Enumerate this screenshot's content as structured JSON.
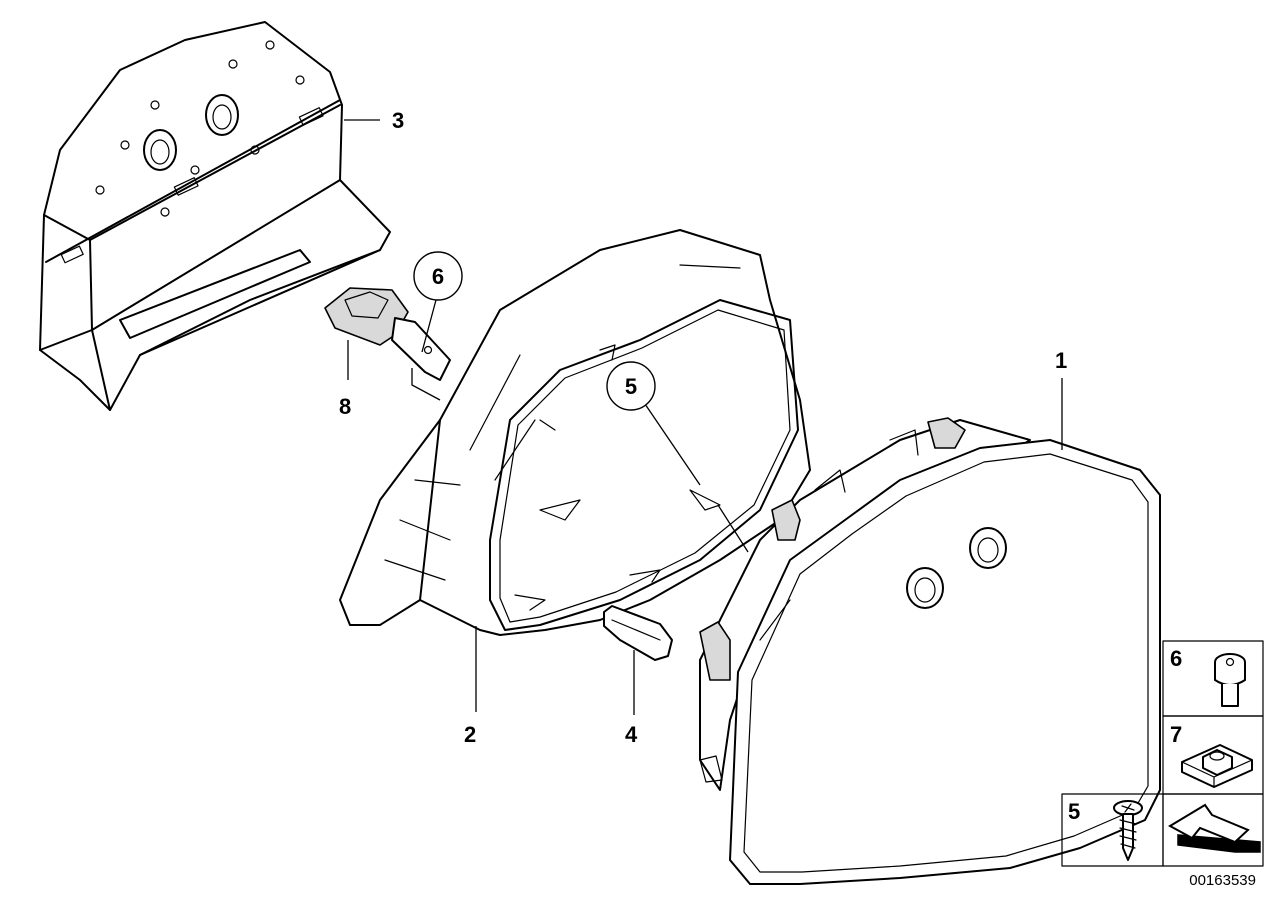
{
  "callouts": {
    "c1": "1",
    "c2": "2",
    "c3": "3",
    "c4": "4",
    "c5_circled": "5",
    "c6_circled": "6",
    "c8": "8"
  },
  "legend": {
    "box6": "6",
    "box7": "7",
    "box5": "5"
  },
  "document_id": "00163539",
  "icons": [
    "screw-6-icon",
    "clip-nut-7-icon",
    "self-tapping-screw-5-icon",
    "direction-arrow-icon"
  ]
}
